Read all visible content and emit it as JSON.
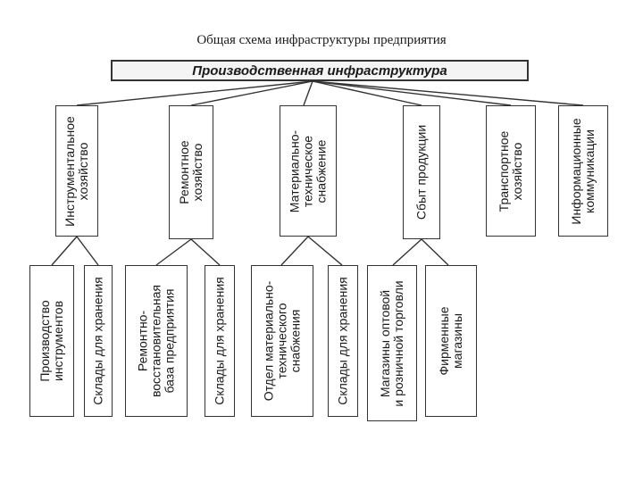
{
  "title": "Общая схема инфраструктуры предприятия",
  "root": "Производственная инфраструктура",
  "level1": [
    {
      "lines": [
        "Инструментальное",
        "хозяйство"
      ]
    },
    {
      "lines": [
        "Ремонтное",
        "хозяйство"
      ]
    },
    {
      "lines": [
        "Материально-",
        "техническое",
        "снабжение"
      ]
    },
    {
      "lines": [
        "Сбыт продукции"
      ]
    },
    {
      "lines": [
        "Транспортное",
        "хозяйство"
      ]
    },
    {
      "lines": [
        "Информационные",
        "коммуникации"
      ]
    }
  ],
  "level2": [
    {
      "lines": [
        "Производство",
        "инструментов"
      ]
    },
    {
      "lines": [
        "Склады для хранения"
      ]
    },
    {
      "lines": [
        "Ремонтно-",
        "восстановительная",
        "база предприятия"
      ]
    },
    {
      "lines": [
        "Склады для хранения"
      ]
    },
    {
      "lines": [
        "Отдел материально-",
        "технического",
        "снабжения"
      ]
    },
    {
      "lines": [
        "Склады для хранения"
      ]
    },
    {
      "lines": [
        "Магазины оптовой",
        "и розничной торговли"
      ]
    },
    {
      "lines": [
        "Фирменные",
        "магазины"
      ]
    }
  ]
}
